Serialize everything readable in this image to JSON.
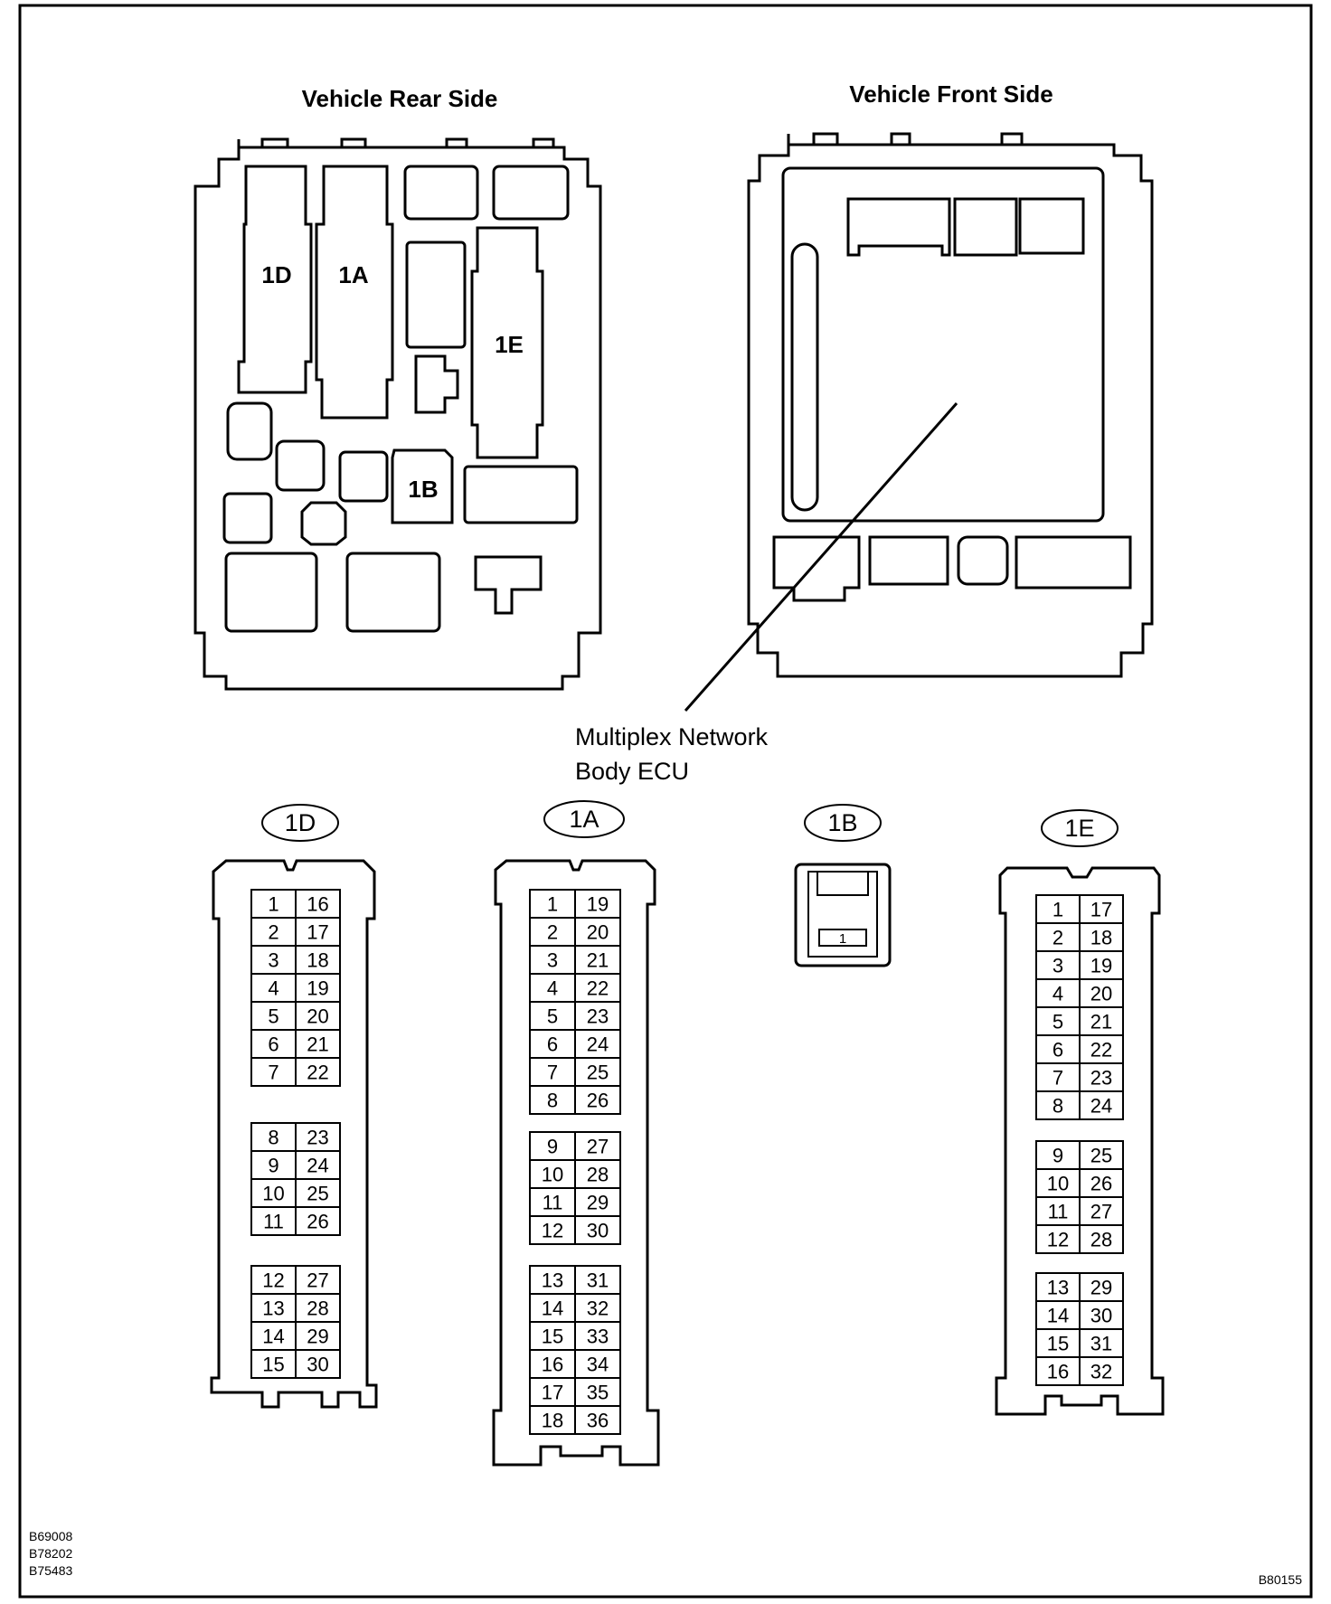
{
  "views": {
    "rear_title": "Vehicle Rear Side",
    "front_title": "Vehicle Front Side",
    "rear_labels": {
      "d": "1D",
      "a": "1A",
      "e": "1E",
      "b": "1B"
    }
  },
  "callout": {
    "line1": "Multiplex Network",
    "line2": "Body ECU"
  },
  "connectors": {
    "c1d": {
      "tag": "1D",
      "groups": [
        [
          [
            "1",
            "16"
          ],
          [
            "2",
            "17"
          ],
          [
            "3",
            "18"
          ],
          [
            "4",
            "19"
          ],
          [
            "5",
            "20"
          ],
          [
            "6",
            "21"
          ],
          [
            "7",
            "22"
          ]
        ],
        [
          [
            "8",
            "23"
          ],
          [
            "9",
            "24"
          ],
          [
            "10",
            "25"
          ],
          [
            "11",
            "26"
          ]
        ],
        [
          [
            "12",
            "27"
          ],
          [
            "13",
            "28"
          ],
          [
            "14",
            "29"
          ],
          [
            "15",
            "30"
          ]
        ]
      ]
    },
    "c1a": {
      "tag": "1A",
      "groups": [
        [
          [
            "1",
            "19"
          ],
          [
            "2",
            "20"
          ],
          [
            "3",
            "21"
          ],
          [
            "4",
            "22"
          ],
          [
            "5",
            "23"
          ],
          [
            "6",
            "24"
          ],
          [
            "7",
            "25"
          ],
          [
            "8",
            "26"
          ]
        ],
        [
          [
            "9",
            "27"
          ],
          [
            "10",
            "28"
          ],
          [
            "11",
            "29"
          ],
          [
            "12",
            "30"
          ]
        ],
        [
          [
            "13",
            "31"
          ],
          [
            "14",
            "32"
          ],
          [
            "15",
            "33"
          ],
          [
            "16",
            "34"
          ],
          [
            "17",
            "35"
          ],
          [
            "18",
            "36"
          ]
        ]
      ]
    },
    "c1b": {
      "tag": "1B",
      "pin": "1"
    },
    "c1e": {
      "tag": "1E",
      "groups": [
        [
          [
            "1",
            "17"
          ],
          [
            "2",
            "18"
          ],
          [
            "3",
            "19"
          ],
          [
            "4",
            "20"
          ],
          [
            "5",
            "21"
          ],
          [
            "6",
            "22"
          ],
          [
            "7",
            "23"
          ],
          [
            "8",
            "24"
          ]
        ],
        [
          [
            "9",
            "25"
          ],
          [
            "10",
            "26"
          ],
          [
            "11",
            "27"
          ],
          [
            "12",
            "28"
          ]
        ],
        [
          [
            "13",
            "29"
          ],
          [
            "14",
            "30"
          ],
          [
            "15",
            "31"
          ],
          [
            "16",
            "32"
          ]
        ]
      ]
    }
  },
  "footer": {
    "codes_left": [
      "B69008",
      "B78202",
      "B75483"
    ],
    "code_right": "B80155"
  }
}
